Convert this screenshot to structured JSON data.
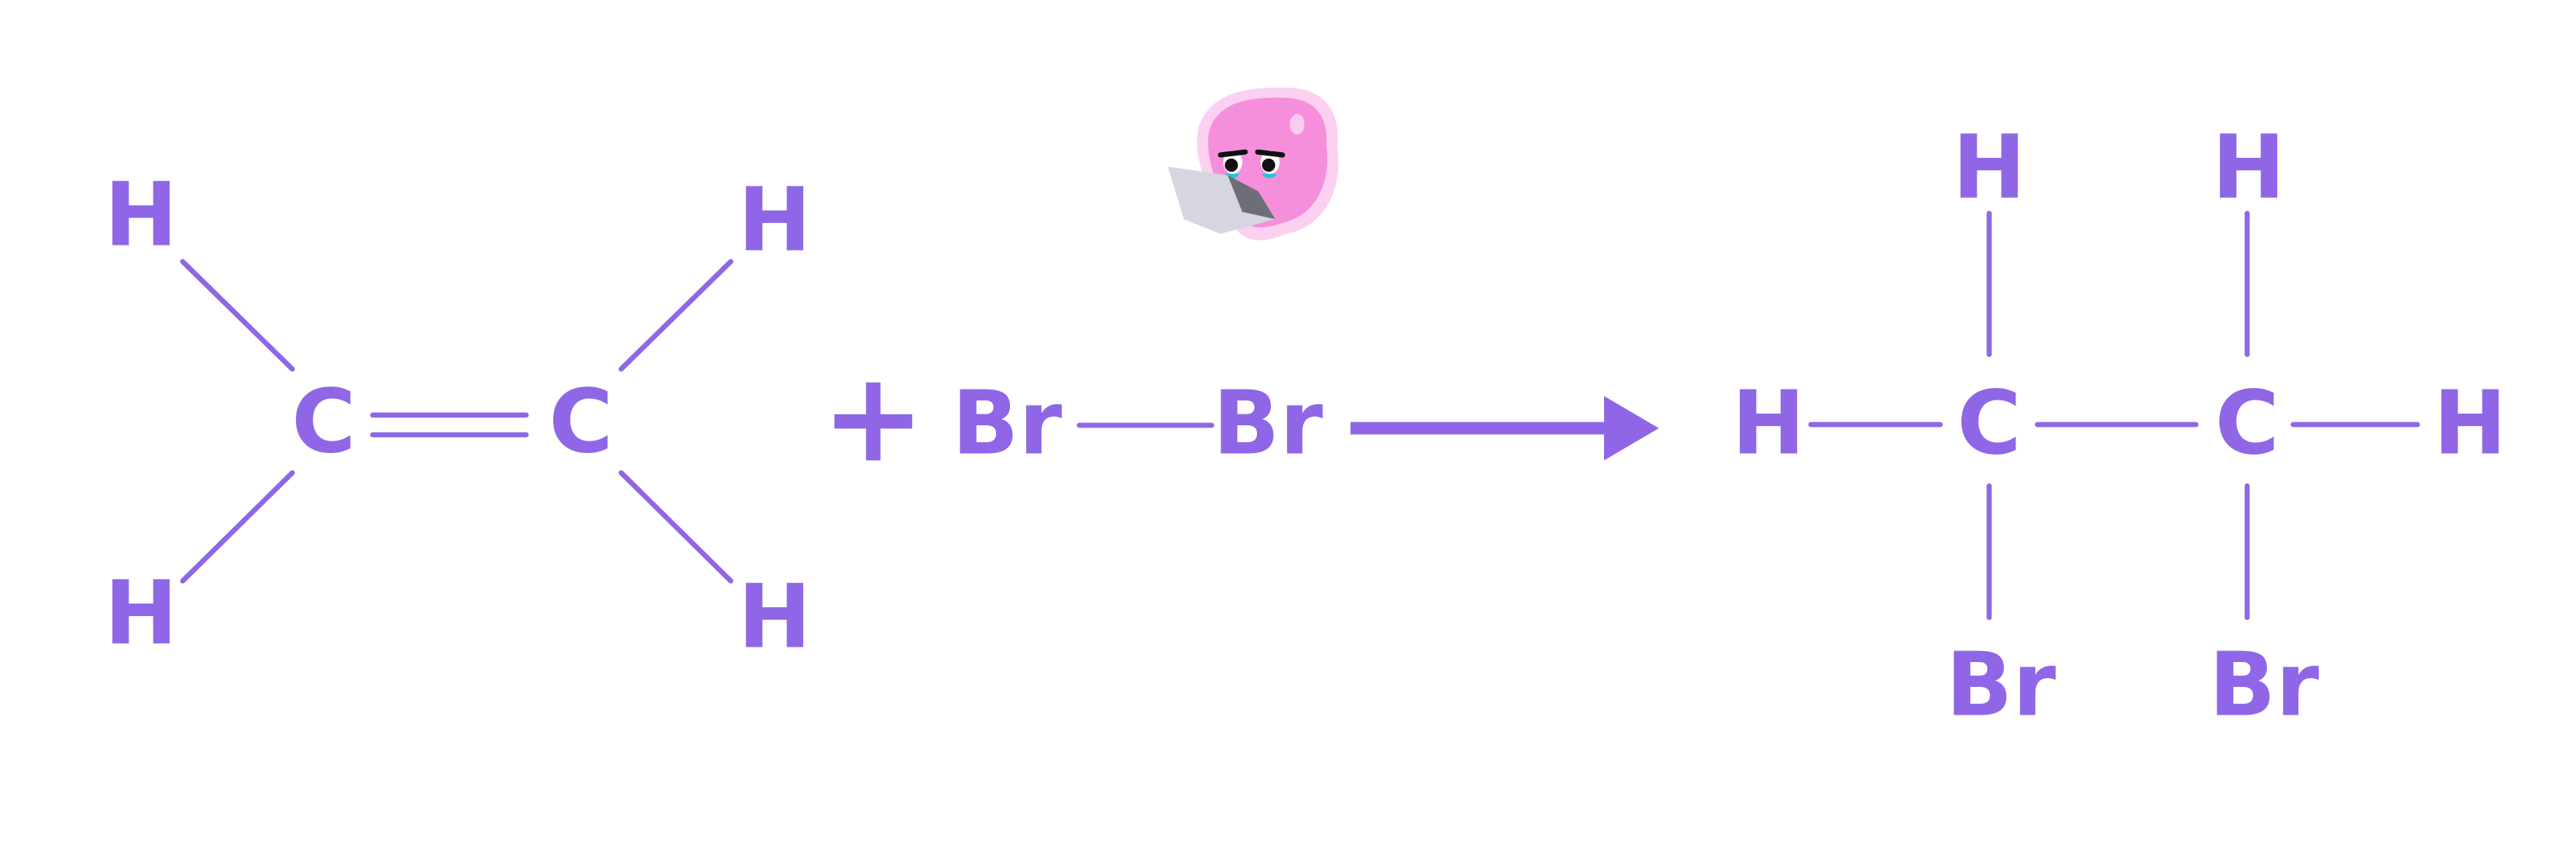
{
  "colors": {
    "structure": "#8f67e6",
    "mascot_body": "#f58fdc",
    "mascot_glow": "#fbd0f1",
    "laptop": "#d6d6de",
    "laptop_dark": "#6e6e78"
  },
  "reactants": {
    "ethene": {
      "atoms": [
        "H",
        "H",
        "C",
        "C",
        "H",
        "H"
      ]
    },
    "plus_sign": "+",
    "bromine": {
      "atoms": [
        "Br",
        "Br"
      ]
    }
  },
  "product": {
    "dibromoethane": {
      "atoms": [
        "H",
        "H",
        "H",
        "C",
        "C",
        "H",
        "Br",
        "Br"
      ]
    }
  },
  "icons": {
    "mascot": "mascot-with-laptop-icon",
    "reaction_arrow": "arrow-right-icon"
  }
}
